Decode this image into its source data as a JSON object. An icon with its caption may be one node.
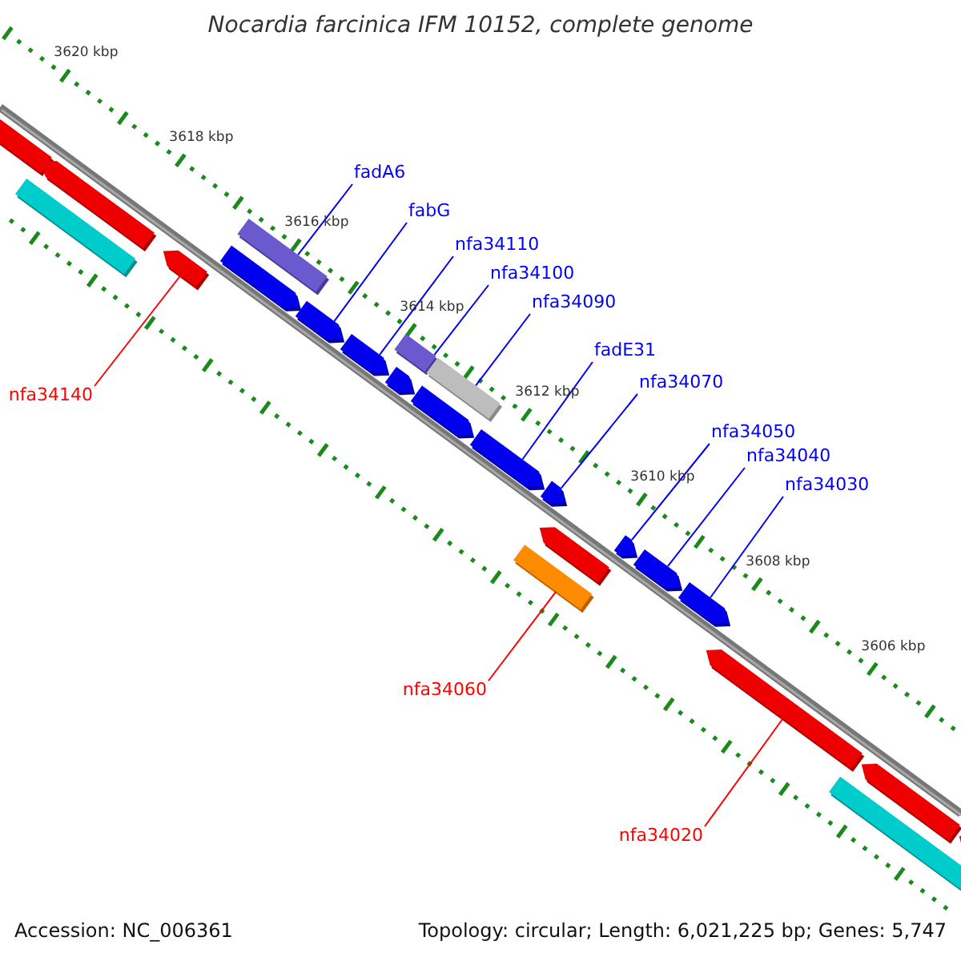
{
  "diagram": {
    "title": "Nocardia farcinica IFM 10152, complete genome",
    "nodes": [
      {
        "text": [
          "fadA6"
        ]
      },
      {
        "text": [
          "fabG"
        ]
      },
      {
        "text": [
          "nfa34110"
        ]
      },
      {
        "text": [
          "nfa34100"
        ]
      },
      {
        "text": [
          "nfa34090"
        ]
      },
      {
        "text": [
          "fadE31"
        ]
      },
      {
        "text": [
          "nfa34070"
        ]
      },
      {
        "text": [
          "nfa34050"
        ]
      },
      {
        "text": [
          "nfa34040"
        ]
      },
      {
        "text": [
          "nfa34030"
        ]
      },
      {
        "text": [
          "nfa34140"
        ]
      },
      {
        "text": [
          "nfa34060"
        ]
      },
      {
        "text": [
          "nfa34020"
        ]
      },
      {
        "text": [],
        "shape": "pentagon"
      },
      {
        "text": [],
        "shape": "pentagon"
      },
      {
        "text": [],
        "shape": "bar"
      },
      {
        "text": [],
        "shape": "pentagon"
      },
      {
        "text": [],
        "shape": "pentagon"
      },
      {
        "text": [],
        "shape": "bar"
      },
      {
        "text": [],
        "shape": "pentagon"
      },
      {
        "text": [],
        "shape": "pentagon"
      },
      {
        "text": [],
        "shape": "pentagon"
      },
      {
        "text": [],
        "shape": "bar"
      },
      {
        "text": [],
        "shape": "bar"
      },
      {
        "text": [],
        "shape": "pentagon"
      },
      {
        "text": [],
        "shape": "pentagon"
      },
      {
        "text": [],
        "shape": "pentagon"
      },
      {
        "text": [],
        "shape": "pentagon"
      },
      {
        "text": [],
        "shape": "bar"
      },
      {
        "text": [],
        "shape": "pentagon"
      },
      {
        "text": [],
        "shape": "pentagon"
      },
      {
        "text": [],
        "shape": "pentagon"
      },
      {
        "text": [],
        "shape": "pentagon"
      },
      {
        "text": [],
        "shape": "pentagon"
      },
      {
        "text": [],
        "shape": "pentagon"
      },
      {
        "text": [],
        "shape": "bar"
      }
    ],
    "edges": [
      {
        "from": 0,
        "to": 18,
        "arrow": "none"
      },
      {
        "from": 1,
        "to": 19,
        "arrow": "none"
      },
      {
        "from": 2,
        "to": 20,
        "arrow": "none"
      },
      {
        "from": 3,
        "to": 22,
        "arrow": "none"
      },
      {
        "from": 4,
        "to": 23,
        "arrow": "none"
      },
      {
        "from": 5,
        "to": 25,
        "arrow": "none"
      },
      {
        "from": 6,
        "to": 26,
        "arrow": "none"
      },
      {
        "from": 7,
        "to": 29,
        "arrow": "none"
      },
      {
        "from": 8,
        "to": 30,
        "arrow": "none"
      },
      {
        "from": 9,
        "to": 31,
        "arrow": "none"
      },
      {
        "from": 10,
        "to": 16,
        "arrow": "none",
        "color": "#ff0000"
      },
      {
        "from": 11,
        "to": 28,
        "arrow": "none",
        "color": "#ff0000"
      },
      {
        "from": 12,
        "to": 32,
        "arrow": "none",
        "color": "#ff0000"
      }
    ],
    "labels": [
      "3620 kbp",
      "3618 kbp",
      "3616 kbp",
      "3614 kbp",
      "3612 kbp",
      "3610 kbp",
      "3608 kbp",
      "3606 kbp",
      "Accession: NC_006361",
      "Topology: circular; Length: 6,021,225 bp; Genes: 5,747"
    ]
  }
}
